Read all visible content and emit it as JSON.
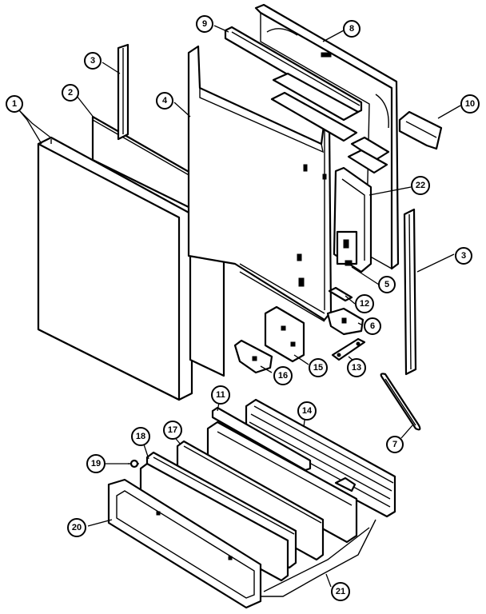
{
  "callouts": [
    {
      "id": "c1",
      "label": "1"
    },
    {
      "id": "c2",
      "label": "2"
    },
    {
      "id": "c3a",
      "label": "3"
    },
    {
      "id": "c4",
      "label": "4"
    },
    {
      "id": "c9",
      "label": "9"
    },
    {
      "id": "c8",
      "label": "8"
    },
    {
      "id": "c10",
      "label": "10"
    },
    {
      "id": "c22",
      "label": "22"
    },
    {
      "id": "c3b",
      "label": "3"
    },
    {
      "id": "c5",
      "label": "5"
    },
    {
      "id": "c12",
      "label": "12"
    },
    {
      "id": "c6",
      "label": "6"
    },
    {
      "id": "c13",
      "label": "13"
    },
    {
      "id": "c15",
      "label": "15"
    },
    {
      "id": "c16",
      "label": "16"
    },
    {
      "id": "c7",
      "label": "7"
    },
    {
      "id": "c11",
      "label": "11"
    },
    {
      "id": "c14",
      "label": "14"
    },
    {
      "id": "c18",
      "label": "18"
    },
    {
      "id": "c17",
      "label": "17"
    },
    {
      "id": "c19",
      "label": "19"
    },
    {
      "id": "c20",
      "label": "20"
    },
    {
      "id": "c21",
      "label": "21"
    }
  ]
}
